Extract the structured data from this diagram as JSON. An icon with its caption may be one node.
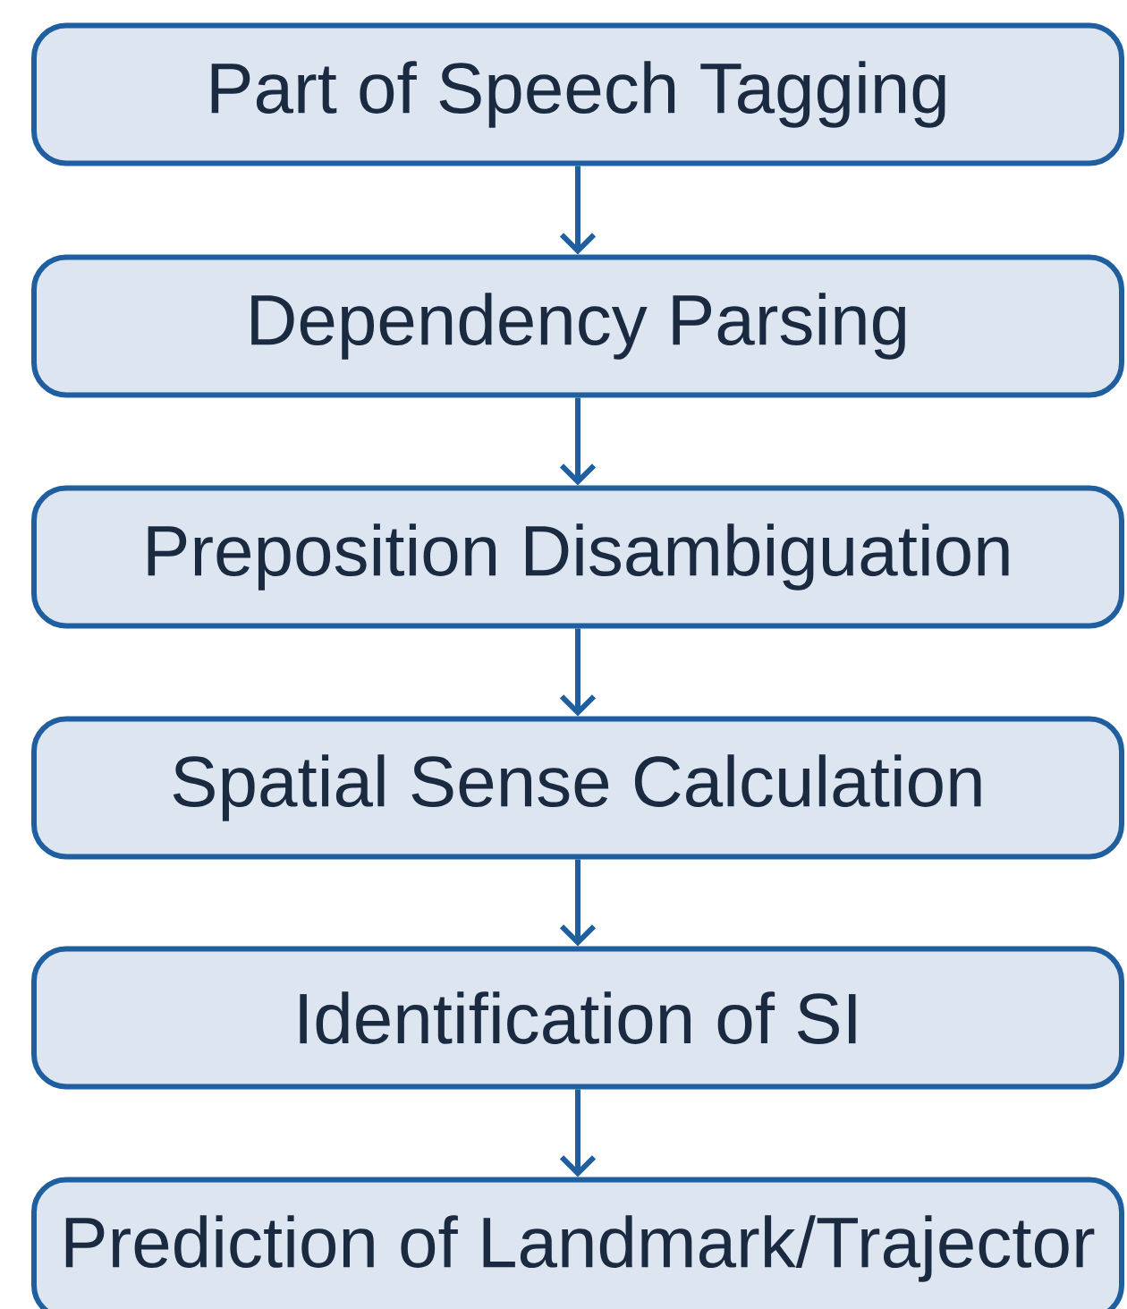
{
  "diagram": {
    "nodes": [
      {
        "text": [
          "Part of Speech Tagging"
        ]
      },
      {
        "text": [
          "Dependency Parsing"
        ]
      },
      {
        "text": [
          "Preposition Disambiguation"
        ]
      },
      {
        "text": [
          "Spatial Sense Calculation"
        ]
      },
      {
        "text": [
          "Identification of SI"
        ]
      },
      {
        "text": [
          "Prediction of Landmark/Trajector"
        ]
      }
    ],
    "edges": [
      {
        "from": 0,
        "to": 1,
        "arrow": "to"
      },
      {
        "from": 1,
        "to": 2,
        "arrow": "to"
      },
      {
        "from": 2,
        "to": 3,
        "arrow": "to"
      },
      {
        "from": 3,
        "to": 4,
        "arrow": "to"
      },
      {
        "from": 4,
        "to": 5,
        "arrow": "to"
      }
    ]
  }
}
